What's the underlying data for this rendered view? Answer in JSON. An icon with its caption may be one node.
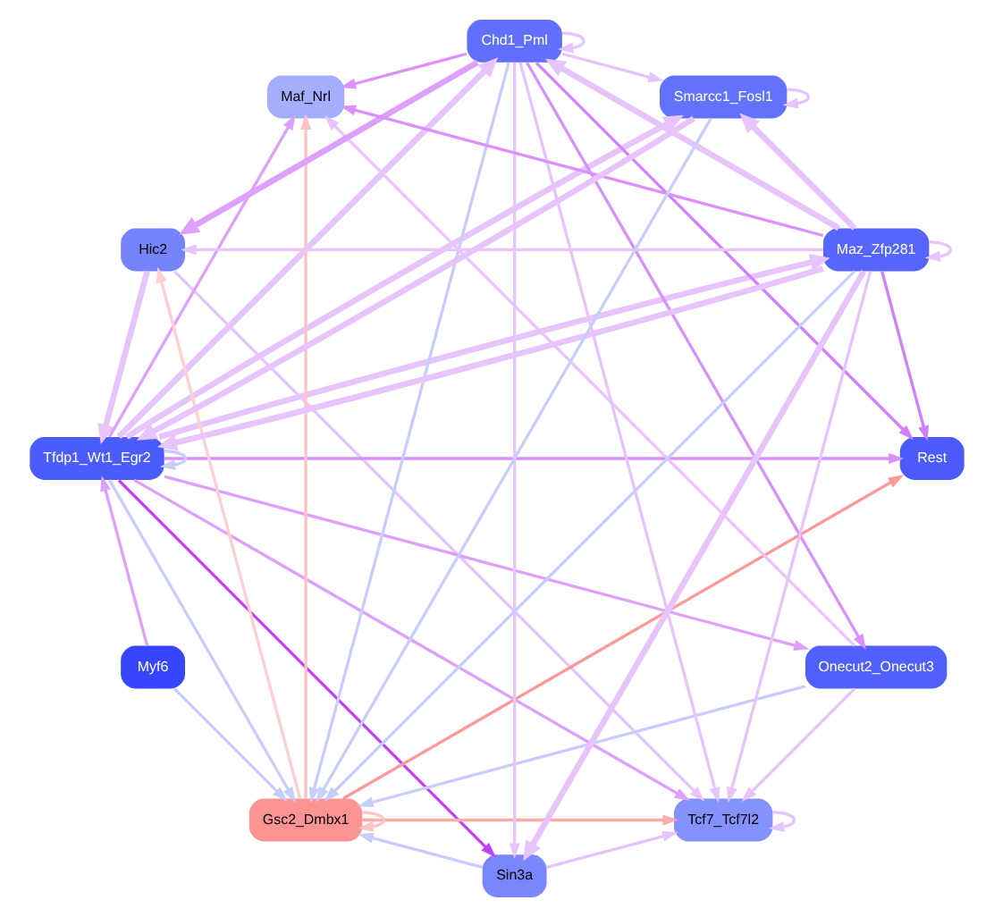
{
  "diagram": {
    "nodes": [
      {
        "text": [
          "Maf_Nrl"
        ]
      },
      {
        "text": [
          "Tcf7_Tcf7l2"
        ]
      },
      {
        "text": [
          "Hic2"
        ]
      },
      {
        "text": [
          "Myf6"
        ]
      },
      {
        "text": [
          "Rest"
        ]
      },
      {
        "text": [
          "Tfdp1_Wt1_Egr2"
        ]
      },
      {
        "text": [
          "Gsc2_Dmbx1"
        ]
      },
      {
        "text": [
          "Sin3a"
        ]
      },
      {
        "text": [
          "Onecut2_Onecut3"
        ]
      },
      {
        "text": [
          "Chd1_Pml"
        ]
      },
      {
        "text": [
          "Maz_Zfp281"
        ]
      },
      {
        "text": [
          "Smarcc1_Fosl1"
        ]
      }
    ],
    "edges": [
      {
        "from": 3,
        "to": 5,
        "arrow": "to",
        "color": "#dda0fc"
      },
      {
        "from": 3,
        "to": 6,
        "arrow": "to",
        "color": "#c8cefc"
      },
      {
        "from": 5,
        "to": 0,
        "arrow": "to",
        "color": "#dda0fc"
      },
      {
        "from": 5,
        "to": 1,
        "arrow": "to",
        "color": "#dda0fc"
      },
      {
        "from": 10,
        "to": 0,
        "arrow": "to",
        "color": "#dd90fc"
      },
      {
        "from": 6,
        "to": 0,
        "arrow": "to",
        "color": "#fcc4c4"
      },
      {
        "from": 9,
        "to": 0,
        "arrow": "to",
        "color": "#dd90fc"
      },
      {
        "from": 6,
        "to": 1,
        "arrow": "to",
        "color": "#fcaaaa"
      },
      {
        "from": 6,
        "to": 2,
        "arrow": "to",
        "color": "#fcd0d0"
      },
      {
        "from": 6,
        "to": 4,
        "arrow": "to",
        "color": "#fc9a9a"
      },
      {
        "from": 6,
        "to": 6,
        "arrow": "to",
        "color": "#fcc4c4"
      },
      {
        "from": 2,
        "to": 1,
        "arrow": "to"
      },
      {
        "from": 1,
        "to": 1,
        "arrow": "to"
      },
      {
        "from": 2,
        "to": 5,
        "arrow": "to",
        "style": "thick"
      },
      {
        "from": 5,
        "to": 4,
        "arrow": "to",
        "color": "#d890fc"
      },
      {
        "from": 5,
        "to": 6,
        "arrow": "to",
        "color": "#c8cefc"
      },
      {
        "from": 5,
        "to": 5,
        "arrow": "to",
        "color": "#c8cefc"
      },
      {
        "from": 5,
        "to": 7,
        "arrow": "to",
        "color": "#c040fc"
      },
      {
        "from": 5,
        "to": 8,
        "arrow": "to",
        "color": "#dda0fc"
      },
      {
        "from": 8,
        "to": 6,
        "arrow": "to",
        "color": "#c8cefc"
      },
      {
        "from": 8,
        "to": 1,
        "arrow": "to"
      },
      {
        "from": 8,
        "to": 0,
        "arrow": "to"
      },
      {
        "from": 9,
        "to": 8,
        "arrow": "to",
        "color": "#d890fc"
      },
      {
        "from": 10,
        "to": 1,
        "arrow": "to"
      },
      {
        "from": 10,
        "to": 6,
        "arrow": "to",
        "color": "#c8cefc"
      },
      {
        "from": 10,
        "to": 4,
        "arrow": "to",
        "color": "#d080fc"
      },
      {
        "from": 10,
        "to": 2,
        "arrow": "to"
      },
      {
        "from": 10,
        "to": 5,
        "arrow": "to",
        "style": "thick"
      },
      {
        "from": 10,
        "to": 9,
        "arrow": "to",
        "style": "thick"
      },
      {
        "from": 10,
        "to": 7,
        "arrow": "to",
        "style": "thick"
      },
      {
        "from": 10,
        "to": 10,
        "arrow": "to"
      },
      {
        "from": 10,
        "to": 11,
        "arrow": "to",
        "style": "thick"
      },
      {
        "from": 11,
        "to": 6,
        "arrow": "to",
        "color": "#c8cefc"
      },
      {
        "from": 11,
        "to": 11,
        "arrow": "to"
      },
      {
        "from": 11,
        "to": 5,
        "arrow": "to",
        "style": "thick"
      },
      {
        "from": 9,
        "to": 6,
        "arrow": "to",
        "color": "#c8cefc"
      },
      {
        "from": 9,
        "to": 4,
        "arrow": "to",
        "color": "#d080fc"
      },
      {
        "from": 9,
        "to": 2,
        "arrow": "to",
        "color": "#dda0fc",
        "style": "thick"
      },
      {
        "from": 9,
        "to": 7,
        "arrow": "to"
      },
      {
        "from": 9,
        "to": 9,
        "arrow": "to"
      },
      {
        "from": 9,
        "to": 11,
        "arrow": "to"
      },
      {
        "from": 9,
        "to": 1,
        "arrow": "to"
      },
      {
        "from": 7,
        "to": 6,
        "arrow": "to",
        "color": "#c8cefc"
      },
      {
        "from": 7,
        "to": 1,
        "arrow": "to"
      },
      {
        "from": 5,
        "to": 9,
        "arrow": "to",
        "style": "thick"
      },
      {
        "from": 5,
        "to": 11,
        "arrow": "to",
        "style": "thick"
      },
      {
        "from": 5,
        "to": 10,
        "arrow": "to",
        "style": "thick"
      }
    ]
  }
}
